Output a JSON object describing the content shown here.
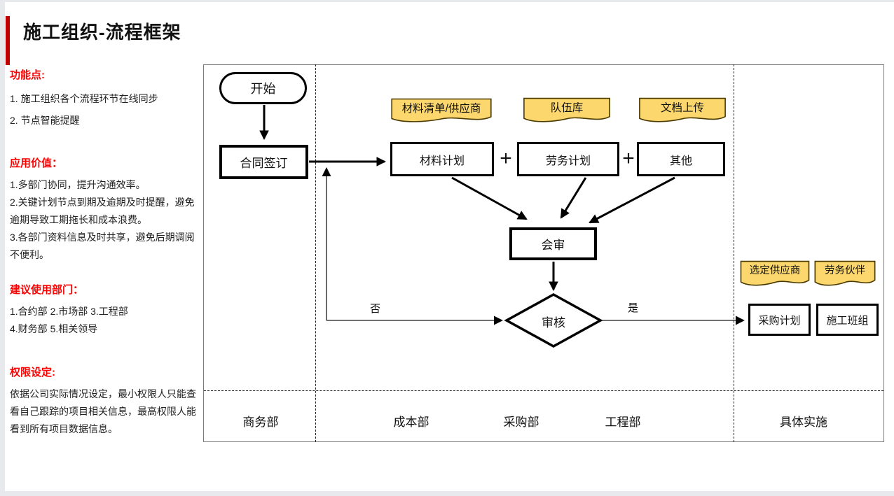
{
  "page": {
    "title": "施工组织-流程框架"
  },
  "sidebar": {
    "sections": [
      {
        "heading": "功能点:",
        "lines": [
          "1. 施工组织各个流程环节在线同步",
          "2. 节点智能提醒"
        ]
      },
      {
        "heading": "应用价值：",
        "lines": [
          "1.多部门协同，提升沟通效率。",
          "2.关键计划节点到期及逾期及时提醒，避免逾期导致工期拖长和成本浪费。",
          "3.各部门资料信息及时共享，避免后期调阅不便利。"
        ]
      },
      {
        "heading": "建议使用部门：",
        "lines": [
          "1.合约部 2.市场部 3.工程部",
          "4.财务部 5.相关领导"
        ]
      },
      {
        "heading": "权限设定:",
        "lines": [
          "依据公司实际情况设定，最小权限人只能查看自己跟踪的项目相关信息，最高权限人能看到所有项目数据信息。"
        ]
      }
    ]
  },
  "flow": {
    "nodes": {
      "start": "开始",
      "contract": "合同签订",
      "material_plan": "材料计划",
      "labor_plan": "劳务计划",
      "other": "其他",
      "joint_review": "会审",
      "review": "审核",
      "purchase_plan": "采购计划",
      "construction_team": "施工班组"
    },
    "operators": {
      "plus": "+"
    },
    "branch": {
      "yes": "是",
      "no": "否"
    },
    "notes": {
      "material_list": "材料清单/供应商",
      "team_library": "队伍库",
      "doc_upload": "文档上传",
      "selected_supplier": "选定供应商",
      "labor_partner": "劳务伙伴"
    },
    "lanes": [
      "商务部",
      "成本部",
      "采购部",
      "工程部",
      "具体实施"
    ]
  },
  "colors": {
    "accent_red": "#c00000",
    "heading_red": "#ff0000",
    "note_fill": "#fbd76e",
    "note_border": "#4a3a00",
    "line_black": "#000000",
    "frame_gray": "#7a7a7a"
  }
}
